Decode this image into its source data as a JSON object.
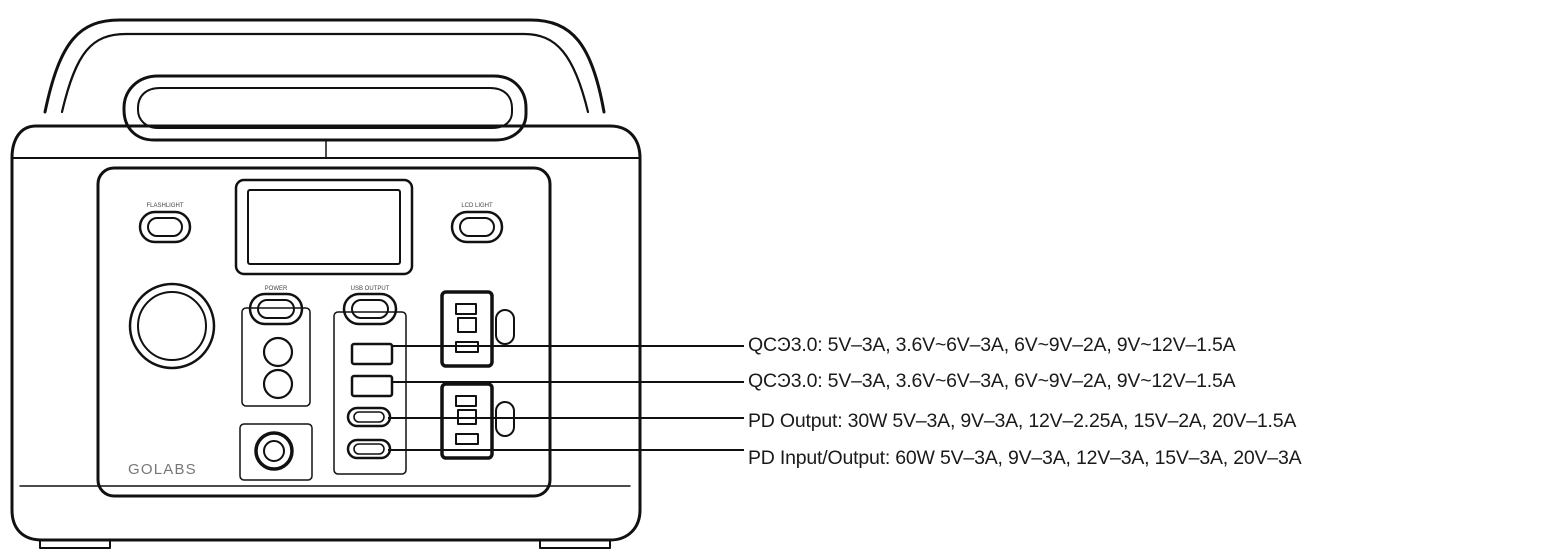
{
  "device": {
    "brand": "GOLABS",
    "buttons": {
      "flashlight": "FLASHLIGHT",
      "display_light": "LCD LIGHT",
      "power": "POWER",
      "usb_output": "USB OUTPUT"
    }
  },
  "callouts": [
    {
      "id": "usb-qc-1",
      "text": "QCϿ3.0: 5V–3A, 3.6V~6V–3A, 6V~9V–2A, 9V~12V–1.5A"
    },
    {
      "id": "usb-qc-2",
      "text": "QCϿ3.0: 5V–3A, 3.6V~6V–3A, 6V~9V–2A, 9V~12V–1.5A"
    },
    {
      "id": "usb-c-pd-output",
      "text": "PD Output: 30W 5V–3A, 9V–3A, 12V–2.25A, 15V–2A, 20V–1.5A"
    },
    {
      "id": "usb-c-pd-input-output",
      "text": "PD Input/Output: 60W 5V–3A, 9V–3A, 12V–3A, 15V–3A, 20V–3A"
    }
  ],
  "colors": {
    "line": "#111111",
    "text": "#1a1a1a",
    "panel_stroke": "#222222"
  }
}
